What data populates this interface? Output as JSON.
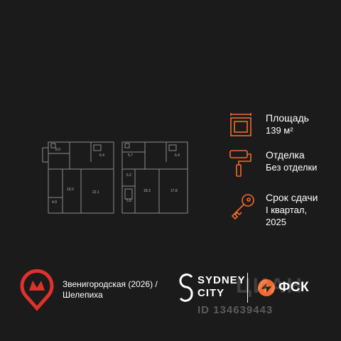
{
  "info": {
    "area": {
      "label": "Площадь",
      "value": "139 м²",
      "icon": "area-frame-icon"
    },
    "finish": {
      "label": "Отделка",
      "value": "Без отделки",
      "icon": "paint-roller-icon"
    },
    "term": {
      "label": "Срок сдачи",
      "value_line1": "I квартал,",
      "value_line2": "2025",
      "icon": "key-icon"
    }
  },
  "metro": {
    "station": "Звенигородская (2026) / Шелепиха",
    "icon": "metro-pin-icon"
  },
  "brands": {
    "project": "SYDNEY",
    "project_line2": "CITY",
    "developer": "ФСК"
  },
  "watermark": {
    "id_text": "ID 134639443",
    "site_text": "ЦИАН"
  },
  "plan": {
    "left_rooms": [
      "8.0",
      "6.4",
      "19.0",
      "22.1",
      "4.9"
    ],
    "right_rooms": [
      "5.7",
      "6.4",
      "6.2",
      "18.3",
      "17.8",
      "5.8"
    ]
  },
  "colors": {
    "accent": "#f26a2b",
    "metro_red": "#e0312b",
    "background": "#1c1b1b",
    "text": "#ffffff"
  }
}
